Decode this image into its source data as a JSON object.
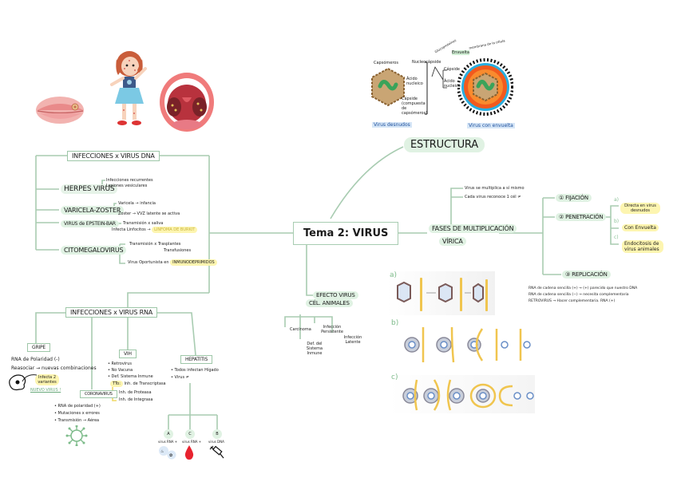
{
  "central_topic": "Tema 2: VIRUS",
  "colors": {
    "line_green": "#a8ccb1",
    "pill_green": "#e0f2e3",
    "highlight_yellow": "#fdf5b0",
    "blood_red": "#e8232f",
    "caption_blue": "#1d4f9c"
  },
  "illustrations": {
    "lips": "herpes-lips-image",
    "girl": "varicella-girl-image",
    "throat": "throat-infection-image"
  },
  "estructura": {
    "title": "ESTRUCTURA",
    "diagram": {
      "naked_virus_caption": "Virus desnudos",
      "enveloped_virus_caption": "Virus con envuelta",
      "labels": {
        "capsomeros": "Capsómeros",
        "acido_nucleico_1": "Ácido nucleico",
        "capside_compuesta": "Cápside (compuesta de capsómeros)",
        "nucleocapside": "Nucleocápside",
        "capside": "Cápside",
        "acido_nucleico_2": "Ácido nucleico",
        "envuelta": "Envuelta",
        "glucoproteinas": "Glucoproteínas",
        "membrana_note": "membrana de la célula"
      }
    }
  },
  "dna": {
    "title": "INFECCIONES x VIRUS DNA",
    "herpes": {
      "label": "HERPES VIRUS",
      "items": [
        "Infecciones recurrentes",
        "Lesiones vesiculares"
      ]
    },
    "varicela": {
      "label": "VARICELA-ZOSTER",
      "items": [
        "Varicela → infancia",
        "Zoster → VVZ latente se activa"
      ]
    },
    "epstein": {
      "label": "VIRUS de EPSTEIN-BAR",
      "item1": "Transmisión x saliva",
      "item2_prefix": "Infecta Linfocitos →",
      "item2_highlight": "LINFOMA DE BURKIT"
    },
    "citomegalo": {
      "label": "CITOMEGALOVIRUS",
      "item1a": "Transmisión x Trasplantes",
      "item1b": "Transfusiones",
      "item2_prefix": "Virus Oportunista en",
      "item2_highlight": "INMUNODEPRIMIDOS"
    }
  },
  "rna": {
    "title": "INFECCIONES x VIRUS RNA",
    "gripe": {
      "label": "GRIPE",
      "items": [
        "RNA de Polaridad (-)",
        "Reasociar → nuevas combinaciones"
      ],
      "note_highlight": "Infecta 2 variantes",
      "note_new": "NUEVO VIRUS !"
    },
    "coronavirus": {
      "label": "CORONAVIRUS",
      "items": [
        "RNA de polaridad (+)",
        "Mutaciones x errores",
        "Transmisión → Aérea"
      ]
    },
    "vih": {
      "label": "VIH",
      "items": [
        "Retrovirus",
        "No Vacuna",
        "Def. Sistema Inmune"
      ],
      "tto_label": "TTo:",
      "treatments": [
        "Inh. de Transcriptasa",
        "Inh. de Proteasa",
        "Inh. de Integrasa"
      ]
    },
    "hepatitis": {
      "label": "HEPATITIS",
      "items": [
        "Todos infectan Hígado",
        "Virus ≠"
      ],
      "types": [
        {
          "letter": "A",
          "desc": "virus RNA +",
          "icon": "food-icon"
        },
        {
          "letter": "C",
          "desc": "virus RNA +",
          "icon": "blood-drop-icon"
        },
        {
          "letter": "B",
          "desc": "virus DNA",
          "icon": "syringe-icon"
        }
      ]
    }
  },
  "efecto": {
    "title_line1": "EFECTO VIRUS",
    "title_line2": "CÉL. ANIMALES",
    "items": [
      "Carcinoma",
      "Def. del Sistema Inmune",
      "Infección Persistente",
      "Infección Latente"
    ]
  },
  "fases": {
    "title_line1": "FASES DE MULTIPLICACIÓN",
    "title_line2": "VÍRICA",
    "notes": [
      "Virus se multiplica a sí mismo",
      "Cada virus reconoce 1 cél ≠"
    ],
    "fijacion": "① FIJACIÓN",
    "penetracion": "② PENETRACIÓN",
    "penetracion_opts": [
      {
        "letter": "a)",
        "text": "Directa en virus desnudos"
      },
      {
        "letter": "b)",
        "text": "Con Envuelta"
      },
      {
        "letter": "c)",
        "text": "Endocitosis de virus animales"
      }
    ],
    "replicacion": "③ REPLICACIÓN",
    "replicacion_items": [
      "RNA de cadena sencilla (+) → (+) parecido que nuestro DNA",
      "RNA de cadena sencilla (−) → necesita complementaria",
      "RETROVIRUS → Hacer complementaria. RNA (+)"
    ],
    "diagram_labels": [
      "a)",
      "b)",
      "c)"
    ]
  }
}
